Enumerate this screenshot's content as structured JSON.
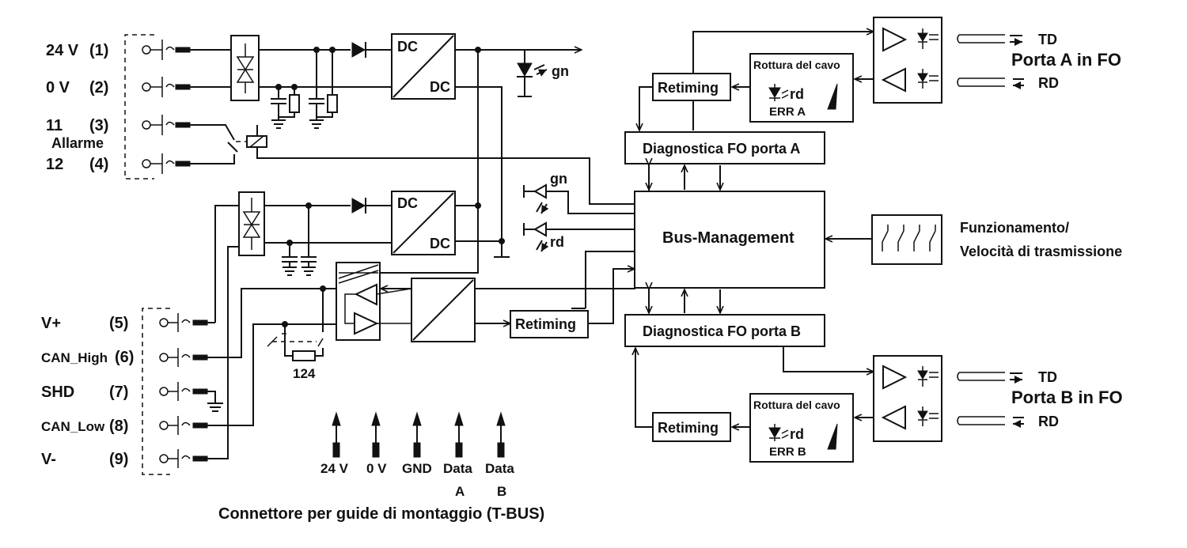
{
  "terminals_power": [
    {
      "label": "24 V",
      "number": "(1)"
    },
    {
      "label": "0 V",
      "number": "(2)"
    },
    {
      "label": "11",
      "number": "(3)"
    },
    {
      "label": "12",
      "number": "(4)"
    }
  ],
  "alarm_label": "Allarme",
  "terminals_can": [
    {
      "label": "V+",
      "number": "(5)"
    },
    {
      "label": "CAN_High",
      "number": "(6)"
    },
    {
      "label": "SHD",
      "number": "(7)"
    },
    {
      "label": "CAN_Low",
      "number": "(8)"
    },
    {
      "label": "V-",
      "number": "(9)"
    }
  ],
  "converters": {
    "dc": "DC"
  },
  "leds": {
    "green": "gn",
    "red": "rd"
  },
  "resistor_value": "124",
  "blocks": {
    "retiming": "Retiming",
    "cable_break": "Rottura del cavo",
    "err_a": "ERR A",
    "err_b": "ERR B",
    "diag_a": "Diagnostica FO porta A",
    "diag_b": "Diagnostica FO porta B",
    "bus_management": "Bus-Management",
    "switch_label_line1": "Funzionamento/",
    "switch_label_line2": "Velocità di trasmissione"
  },
  "fiber": {
    "td": "TD",
    "rd": "RD",
    "port_a": "Porta A in FO",
    "port_b": "Porta B in FO"
  },
  "tbus": {
    "pins": [
      {
        "line1": "24 V",
        "line2": ""
      },
      {
        "line1": "0 V",
        "line2": ""
      },
      {
        "line1": "GND",
        "line2": ""
      },
      {
        "line1": "Data",
        "line2": "A"
      },
      {
        "line1": "Data",
        "line2": "B"
      }
    ],
    "caption": "Connettore per guide di montaggio (T-BUS)"
  }
}
